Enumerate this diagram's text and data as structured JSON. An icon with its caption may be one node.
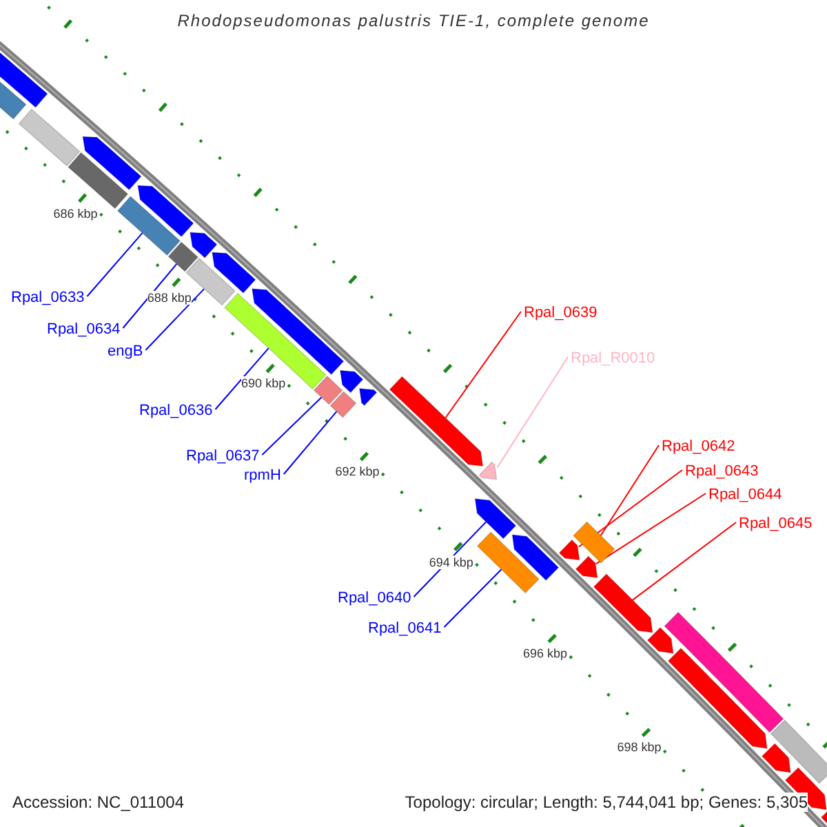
{
  "diagram": {
    "title": "Rhodopseudomonas palustris TIE-1, complete genome",
    "nodes": [
      {
        "text": [
          "Rpal_0633"
        ]
      },
      {
        "text": [
          "Rpal_0634"
        ]
      },
      {
        "text": [
          "engB"
        ]
      },
      {
        "text": [
          "Rpal_0636"
        ]
      },
      {
        "text": [
          "Rpal_0637"
        ]
      },
      {
        "text": [
          "rpmH"
        ]
      },
      {
        "text": [
          "Rpal_0639"
        ]
      },
      {
        "text": [
          "Rpal_R0010"
        ]
      },
      {
        "text": [
          "Rpal_0640"
        ]
      },
      {
        "text": [
          "Rpal_0641"
        ]
      },
      {
        "text": [
          "Rpal_0642"
        ]
      },
      {
        "text": [
          "Rpal_0643"
        ]
      },
      {
        "text": [
          "Rpal_0644"
        ]
      },
      {
        "text": [
          "Rpal_0645"
        ]
      },
      {
        "text": [],
        "shape": "bar"
      },
      {
        "text": [],
        "shape": "bar"
      },
      {
        "text": [],
        "shape": "bar"
      },
      {
        "text": [],
        "shape": "bar"
      },
      {
        "text": [],
        "shape": "bar"
      },
      {
        "text": [],
        "shape": "bar"
      },
      {
        "text": [],
        "shape": "bar"
      },
      {
        "text": [],
        "shape": "bar"
      },
      {
        "text": [],
        "shape": "bar"
      },
      {
        "text": [],
        "shape": "bar"
      },
      {
        "text": [],
        "shape": "bar"
      },
      {
        "text": [],
        "shape": "bar"
      },
      {
        "text": [],
        "shape": "bar"
      },
      {
        "text": [],
        "shape": "bar"
      },
      {
        "text": [],
        "shape": "bar"
      },
      {
        "text": [],
        "shape": "bar"
      },
      {
        "text": [],
        "shape": "bar"
      },
      {
        "text": [],
        "shape": "bar"
      },
      {
        "text": [],
        "shape": "bar"
      },
      {
        "text": [],
        "shape": "bar"
      },
      {
        "text": [],
        "shape": "bar"
      },
      {
        "text": [],
        "shape": "bar"
      },
      {
        "text": [],
        "shape": "bar"
      },
      {
        "text": [],
        "shape": "bar"
      },
      {
        "text": [],
        "shape": "bar"
      },
      {
        "text": [],
        "shape": "bar"
      },
      {
        "text": [],
        "shape": "bar"
      },
      {
        "text": [],
        "shape": "bar"
      },
      {
        "text": [],
        "shape": "bar"
      },
      {
        "text": [],
        "shape": "bar"
      },
      {
        "text": [],
        "shape": "bar"
      },
      {
        "text": [],
        "shape": "bar"
      },
      {
        "text": [],
        "shape": "bar"
      }
    ],
    "edges": [
      {
        "from": 0,
        "to": 20,
        "arrow": "none"
      },
      {
        "from": 1,
        "to": 22,
        "arrow": "none"
      },
      {
        "from": 2,
        "to": 23,
        "arrow": "none"
      },
      {
        "from": 3,
        "to": 25,
        "arrow": "none"
      },
      {
        "from": 4,
        "to": 27,
        "arrow": "none"
      },
      {
        "from": 5,
        "to": 29,
        "arrow": "none"
      },
      {
        "from": 6,
        "to": 31,
        "arrow": "none",
        "color": "#ff0000"
      },
      {
        "from": 7,
        "to": 32,
        "arrow": "none",
        "color": "#ffb6c1"
      },
      {
        "from": 8,
        "to": 33,
        "arrow": "none"
      },
      {
        "from": 9,
        "to": 34,
        "arrow": "none"
      },
      {
        "from": 10,
        "to": 36,
        "arrow": "none",
        "color": "#ff0000"
      },
      {
        "from": 11,
        "to": 37,
        "arrow": "none",
        "color": "#ff0000"
      },
      {
        "from": 12,
        "to": 38,
        "arrow": "none",
        "color": "#ff0000"
      },
      {
        "from": 13,
        "to": 39,
        "arrow": "none",
        "color": "#ff0000"
      }
    ],
    "labels": [
      "686 kbp",
      "688 kbp",
      "690 kbp",
      "692 kbp",
      "694 kbp",
      "696 kbp",
      "698 kbp",
      "Accession: NC_011004",
      "Topology: circular; Length: 5,744,041 bp; Genes: 5,305"
    ]
  }
}
